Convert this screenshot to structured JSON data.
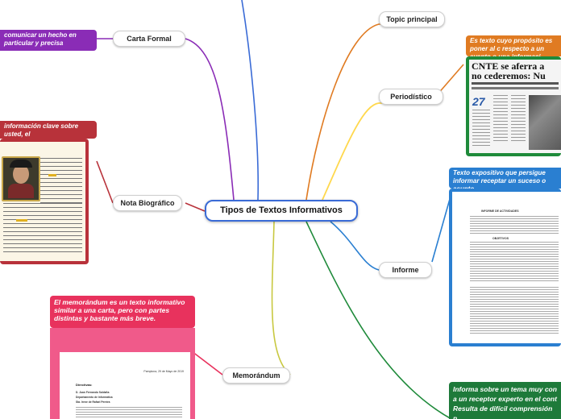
{
  "central": "Tipos de Textos Informativos",
  "topics": {
    "topic_principal": "Topic principal",
    "carta_formal": "Carta Formal",
    "periodistico": "Periodístico",
    "nota_biografica": "Nota Biográfico",
    "informe": "Informe",
    "memorandum": "Memorándum"
  },
  "callouts": {
    "carta": "comunicar un hecho en particular y precisa",
    "periodistico": "Es texto cuyo propósito es poner al c respecto a un evento o una informaci",
    "nota": "información clave sobre usted, el",
    "informe": "Texto expositivo que persigue informar receptar un suceso o asunto.",
    "memo": "El memorándum es un texto informativo similar a una carta, pero con partes distintas y bastante más breve.",
    "extra": "Informa sobre un tema muy con a un receptor experto en el cont Resulta de difícil comprensión p"
  },
  "newspaper": {
    "headline": "CNTE se aferra a\nno cederemos: Nu",
    "number": "27"
  },
  "memo_doc": {
    "date": "Pamplona, 29 de Mayo de 2019",
    "label": "Directivas:",
    "to1": "D. Juan Fernando Saldaña",
    "to2": "Departamento de Informática",
    "to3": "Sta. Irene de Rafael Pereira"
  },
  "informe_doc": {
    "title": "INFORME DE ACTIVIDADES",
    "sub": "OBJETIVOS"
  },
  "colors": {
    "center": "#3a6bd6",
    "carta": "#8a2cb6",
    "periodistico": "#e07b22",
    "periodistico_panel": "#1e8a3a",
    "nota": "#b8323a",
    "informe": "#2a7fd1",
    "memo": "#e8325d",
    "memo_panel": "#f05a8a",
    "extra": "#1e7a3a"
  }
}
